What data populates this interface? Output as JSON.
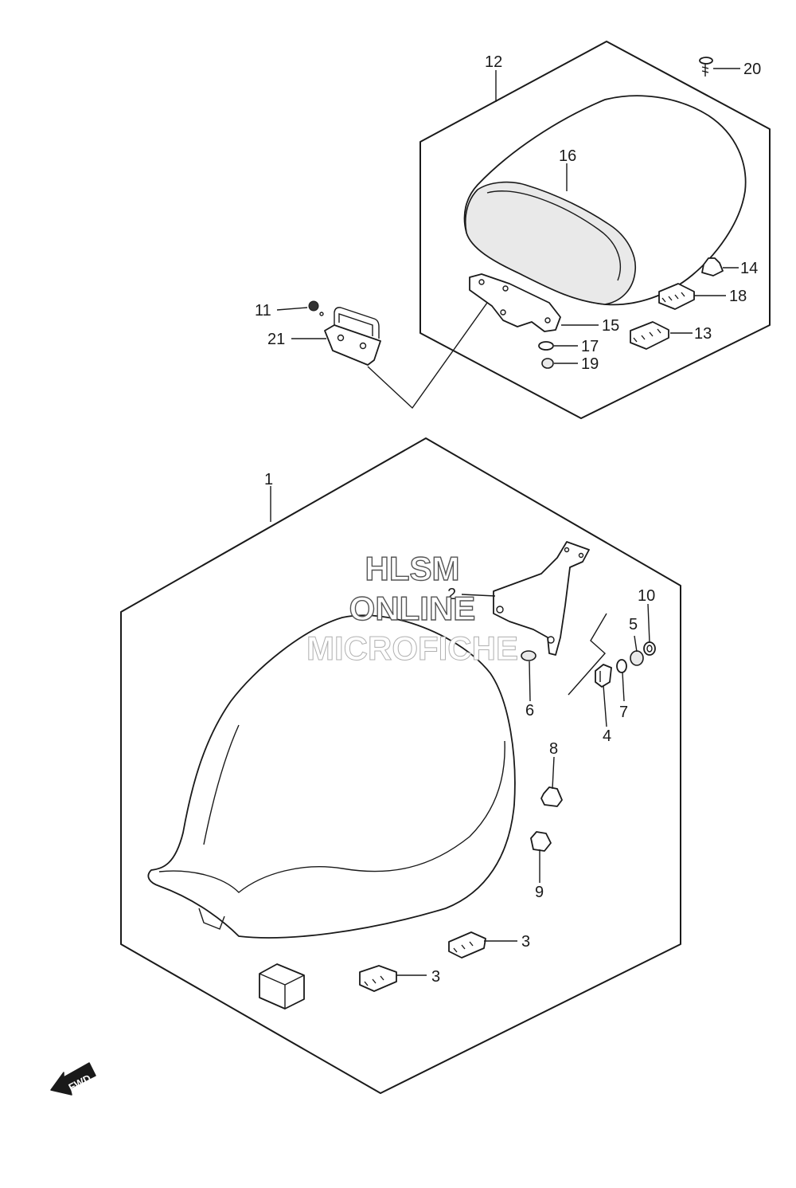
{
  "watermark": {
    "line1": "HLSM",
    "line2": "ONLINE",
    "line3": "MICROFICHE"
  },
  "direction_arrow": {
    "label": "FWD",
    "icon": "fwd-arrow-icon"
  },
  "callouts": {
    "c1": "1",
    "c2": "2",
    "c3a": "3",
    "c3b": "3",
    "c4": "4",
    "c5": "5",
    "c6": "6",
    "c7": "7",
    "c8": "8",
    "c9": "9",
    "c10": "10",
    "c11": "11",
    "c12": "12",
    "c13": "13",
    "c14": "14",
    "c15": "15",
    "c16": "16",
    "c17": "17",
    "c18": "18",
    "c19": "19",
    "c20": "20",
    "c21": "21"
  }
}
